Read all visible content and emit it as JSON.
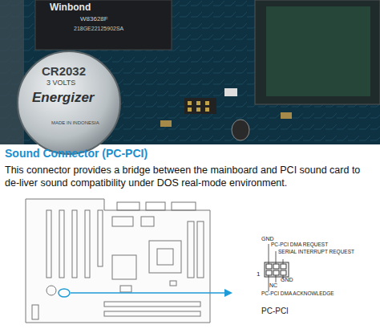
{
  "diagram": {
    "title": "Sound Connector (PC-PCI)",
    "labels": [
      "Winbond",
      "W83628F",
      "218GE22125902SA",
      "CR2032",
      "3 VOLTS",
      "Energizer",
      "MADE IN INDONESIA",
      "This connector provides a bridge between the mainboard and PCI sound card to de-liver sound compatibility under DOS real-mode environment.",
      "GND",
      "PC-PCI DMA REQUEST",
      "SERIAL INTERRUPT REQUEST",
      "1",
      "NC",
      "GND",
      "PC-PCI DMA ACKNOWLEDGE",
      "PC-PCI"
    ]
  }
}
